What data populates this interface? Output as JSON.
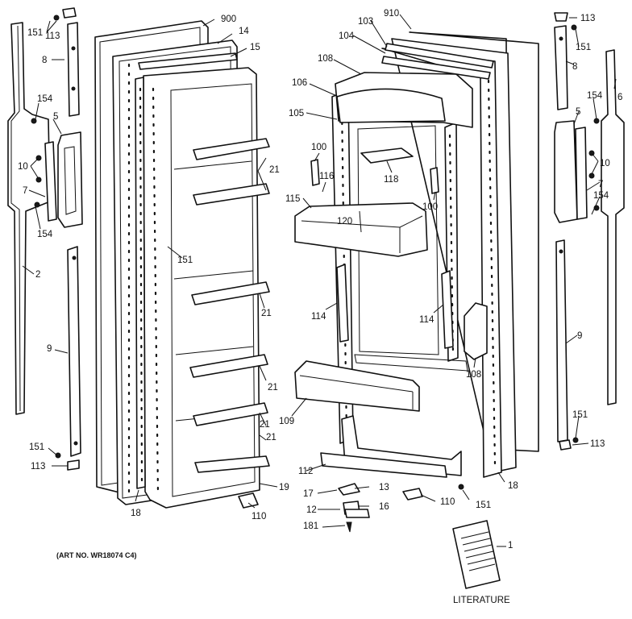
{
  "callouts": [
    "900",
    "14",
    "15",
    "910",
    "103",
    "104",
    "108",
    "106",
    "105",
    "100",
    "116",
    "118",
    "115",
    "120",
    "114",
    "114",
    "100",
    "108",
    "109",
    "112",
    "17",
    "13",
    "12",
    "16",
    "181",
    "110",
    "110",
    "19",
    "151",
    "18",
    "18",
    "151",
    "113",
    "8",
    "154",
    "5",
    "10",
    "7",
    "154",
    "2",
    "9",
    "151",
    "113",
    "21",
    "21",
    "21",
    "21",
    "21",
    "151",
    "113",
    "151",
    "8",
    "154",
    "5",
    "6",
    "10",
    "7",
    "154",
    "9",
    "151",
    "113"
  ],
  "art_number": "(ART NO. WR18074 C4)",
  "literature_label": "LITERATURE",
  "literature_callout": "1"
}
